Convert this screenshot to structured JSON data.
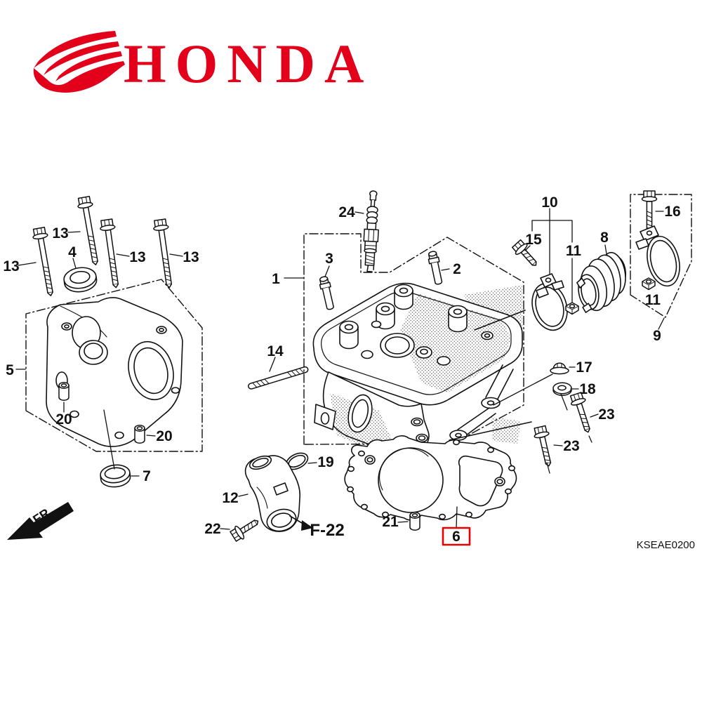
{
  "brand": {
    "logo_text": "HONDA",
    "brand_color": "#e2001a"
  },
  "labels": {
    "front": "FR.",
    "ref": "F-22"
  },
  "footer": {
    "diagram_code": "KSEAE0200"
  },
  "highlight": {
    "color": "#e60000",
    "highlighted_part": "6"
  },
  "parts": {
    "c1": "1",
    "c2": "2",
    "c3": "3",
    "c4": "4",
    "c5": "5",
    "c6": "6",
    "c7": "7",
    "c8": "8",
    "c9": "9",
    "c10": "10",
    "c11a": "11",
    "c11b": "11",
    "c12": "12",
    "c13a": "13",
    "c13b": "13",
    "c13c": "13",
    "c13d": "13",
    "c14": "14",
    "c15": "15",
    "c16": "16",
    "c17": "17",
    "c18": "18",
    "c19": "19",
    "c20a": "20",
    "c20b": "20",
    "c21": "21",
    "c22": "22",
    "c23a": "23",
    "c23b": "23",
    "c24": "24"
  }
}
